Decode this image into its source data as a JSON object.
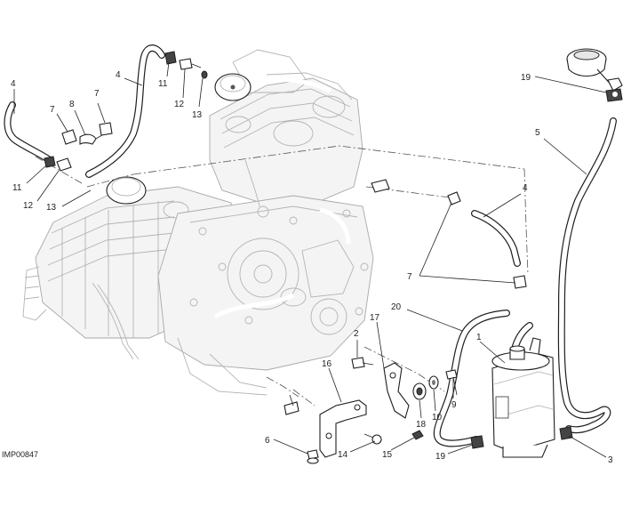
{
  "diagram": {
    "reference_code": "IMP00847",
    "callouts": [
      {
        "id": "c4a",
        "label": "4"
      },
      {
        "id": "c4b",
        "label": "4"
      },
      {
        "id": "c4c",
        "label": "4"
      },
      {
        "id": "c11a",
        "label": "11"
      },
      {
        "id": "c12a",
        "label": "12"
      },
      {
        "id": "c13a",
        "label": "13"
      },
      {
        "id": "c7a",
        "label": "7"
      },
      {
        "id": "c8",
        "label": "8"
      },
      {
        "id": "c7b",
        "label": "7"
      },
      {
        "id": "c11b",
        "label": "11"
      },
      {
        "id": "c12b",
        "label": "12"
      },
      {
        "id": "c13b",
        "label": "13"
      },
      {
        "id": "c19a",
        "label": "19"
      },
      {
        "id": "c5",
        "label": "5"
      },
      {
        "id": "c7c",
        "label": "7"
      },
      {
        "id": "c20",
        "label": "20"
      },
      {
        "id": "c17",
        "label": "17"
      },
      {
        "id": "c1",
        "label": "1"
      },
      {
        "id": "c2",
        "label": "2"
      },
      {
        "id": "c16",
        "label": "16"
      },
      {
        "id": "c18",
        "label": "18"
      },
      {
        "id": "c10",
        "label": "10"
      },
      {
        "id": "c9",
        "label": "9"
      },
      {
        "id": "c6",
        "label": "6"
      },
      {
        "id": "c14",
        "label": "14"
      },
      {
        "id": "c15",
        "label": "15"
      },
      {
        "id": "c19b",
        "label": "19"
      },
      {
        "id": "c3",
        "label": "3"
      }
    ]
  }
}
